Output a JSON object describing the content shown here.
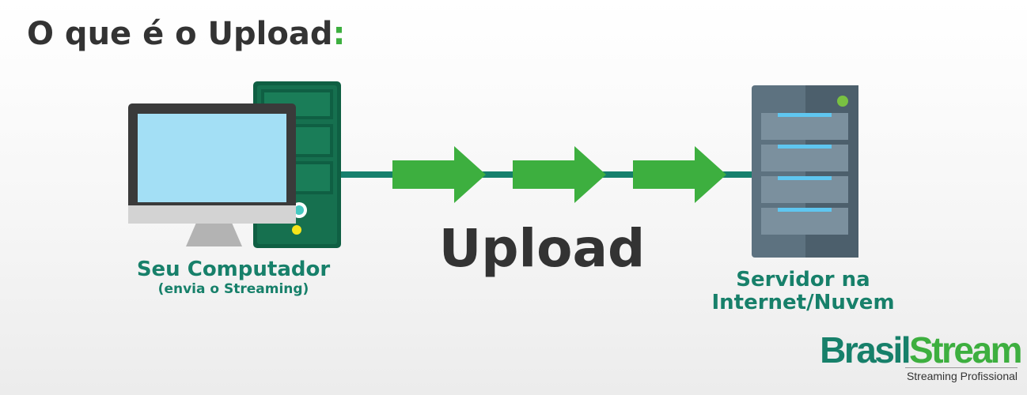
{
  "title": {
    "text": "O que é o Upload",
    "colon": ":"
  },
  "diagram": {
    "source": {
      "label": "Seu Computador",
      "sublabel": "(envia o Streaming)",
      "icon": "desktop-computer-icon"
    },
    "action": {
      "label": "Upload",
      "arrow_count": 3,
      "icon": "arrow-right-icon"
    },
    "destination": {
      "label": "Servidor na Internet/Nuvem",
      "icon": "server-rack-icon"
    }
  },
  "logo": {
    "brand_part1": "Brasil",
    "brand_part2": "Stream",
    "tagline": "Streaming Profissional"
  },
  "colors": {
    "heading": "#333333",
    "accent_green": "#3daf3f",
    "teal": "#17806a",
    "tower_green": "#16704f",
    "server_gray": "#5d7280",
    "monitor_screen": "#a3dff5"
  }
}
